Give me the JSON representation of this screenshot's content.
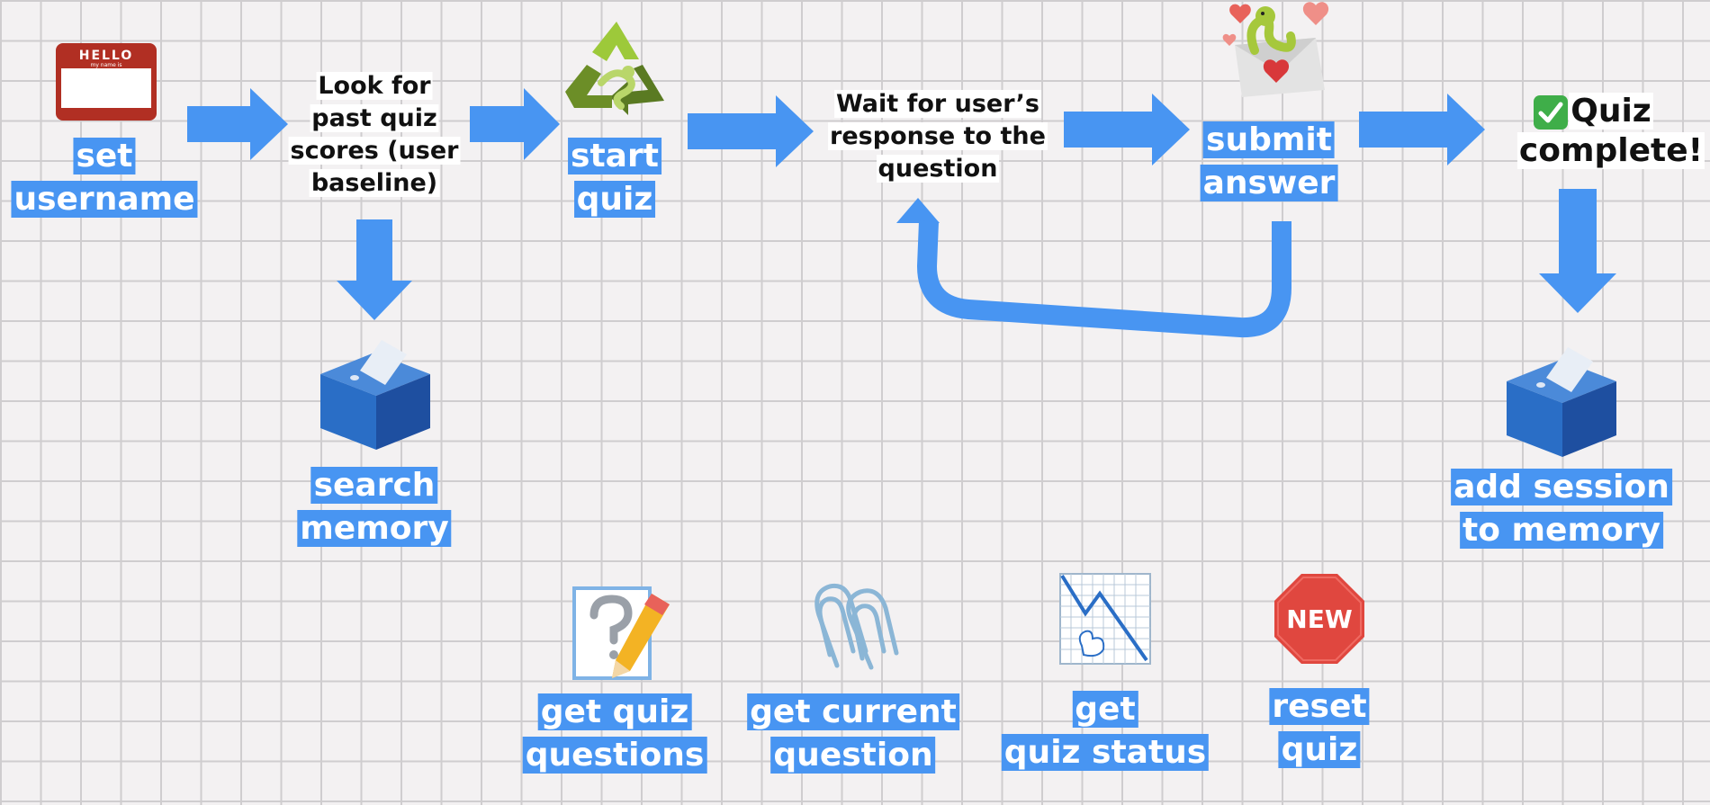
{
  "colors": {
    "arrow": "#4895f2",
    "label_bg": "#4895f2",
    "label_text": "#ffffff",
    "grid": "#cfcdcf",
    "background": "#f3f1f2"
  },
  "icons": {
    "name_tag": {
      "name": "name-tag-icon",
      "header": "HELLO",
      "subheader": "my name is"
    },
    "recycle": {
      "name": "recycle-snake-icon"
    },
    "envelope": {
      "name": "love-letter-snake-icon"
    },
    "ballot_box_1": {
      "name": "ballot-box-icon"
    },
    "ballot_box_2": {
      "name": "ballot-box-icon"
    },
    "question_pencil": {
      "name": "question-pencil-icon"
    },
    "paperclip": {
      "name": "paperclip-icon"
    },
    "chart_down": {
      "name": "chart-decreasing-duck-icon"
    },
    "new_sign": {
      "name": "new-sign-icon",
      "text": "NEW"
    },
    "check": {
      "name": "check-mark-icon"
    }
  },
  "steps": {
    "set_username": {
      "line1": "set",
      "line2": "username"
    },
    "look_for_scores": {
      "line1": "Look for",
      "line2": "past quiz",
      "line3": "scores (user",
      "line4": "baseline)"
    },
    "start_quiz": {
      "line1": "start",
      "line2": "quiz"
    },
    "wait_for_response": {
      "line1": "Wait for user’s",
      "line2": "response to the",
      "line3": "question"
    },
    "submit_answer": {
      "line1": "submit",
      "line2": "answer"
    },
    "quiz_complete": {
      "line1": "Quiz",
      "line2": "complete!"
    },
    "search_memory": {
      "line1": "search",
      "line2": "memory"
    },
    "add_session": {
      "line1": "add session",
      "line2": "to memory"
    }
  },
  "tools": {
    "get_quiz_questions": {
      "line1": "get quiz",
      "line2": "questions"
    },
    "get_current_question": {
      "line1": "get current",
      "line2": "question"
    },
    "get_quiz_status": {
      "line1": "get",
      "line2": "quiz status"
    },
    "reset_quiz": {
      "line1": "reset",
      "line2": "quiz"
    }
  }
}
